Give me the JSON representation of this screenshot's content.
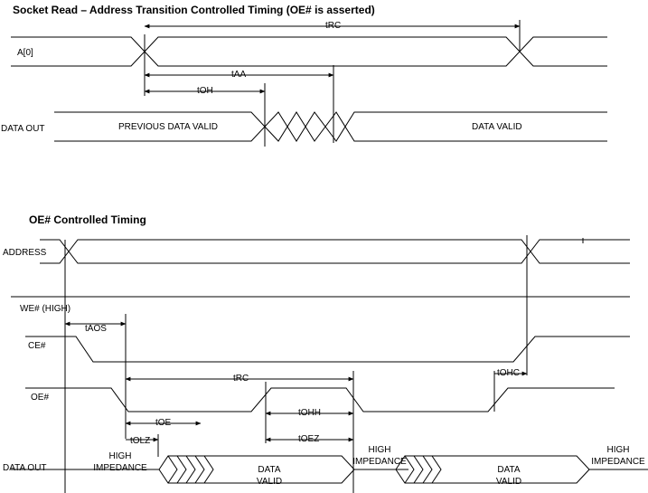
{
  "section1": {
    "title": "Socket Read – Address Transition Controlled Timing (OE# is asserted)",
    "signals": {
      "address": "A[0]",
      "data_out": "DATA OUT"
    },
    "states": {
      "previous_data_valid": "PREVIOUS DATA VALID",
      "data_valid": "DATA VALID"
    },
    "timings": {
      "trc": "tRC",
      "taa": "tAA",
      "toh": "tOH"
    }
  },
  "section2": {
    "title": "OE# Controlled Timing",
    "signals": {
      "address": "ADDRESS",
      "we": "WE# (HIGH)",
      "ce": "CE#",
      "oe": "OE#",
      "data_out": "DATA OUT"
    },
    "states": {
      "high_impedance_1": [
        "HIGH",
        "IMPEDANCE"
      ],
      "data_valid_1": [
        "DATA",
        "VALID"
      ],
      "high_impedance_2": [
        "HIGH",
        "IMPEDANCE"
      ],
      "data_valid_2": [
        "DATA",
        "VALID"
      ],
      "high_impedance_3": [
        "HIGH",
        "IMPEDANCE"
      ]
    },
    "timings": {
      "taos": "tAOS",
      "trc": "tRC",
      "tohc": "tOHC",
      "tohh": "tOHH",
      "toe": "tOE",
      "tolz": "tOLZ",
      "toez": "tOEZ"
    }
  }
}
